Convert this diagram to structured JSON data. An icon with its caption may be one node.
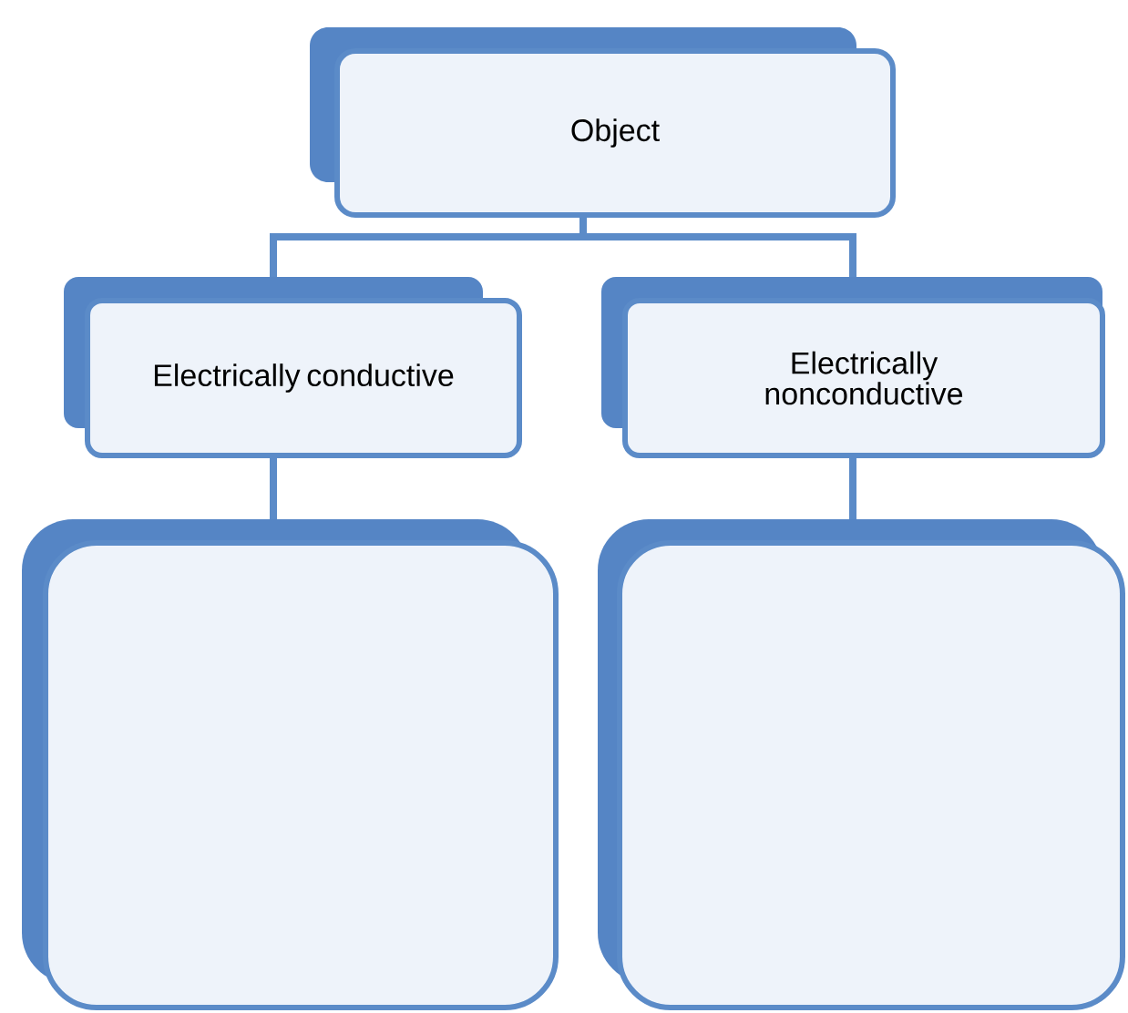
{
  "diagram": {
    "nodes": [
      {
        "text": [
          "Object"
        ]
      },
      {
        "text": [
          "Electrically conductive"
        ]
      },
      {
        "text": [
          "Electrically nonconductive"
        ]
      },
      {
        "text": [],
        "shape": "box"
      },
      {
        "text": [],
        "shape": "box"
      }
    ],
    "edges": [
      {
        "from": 0,
        "to": 1,
        "arrow": "none"
      },
      {
        "from": 0,
        "to": 2,
        "arrow": "none"
      },
      {
        "from": 1,
        "to": 3,
        "arrow": "none"
      },
      {
        "from": 2,
        "to": 4,
        "arrow": "none"
      }
    ]
  }
}
